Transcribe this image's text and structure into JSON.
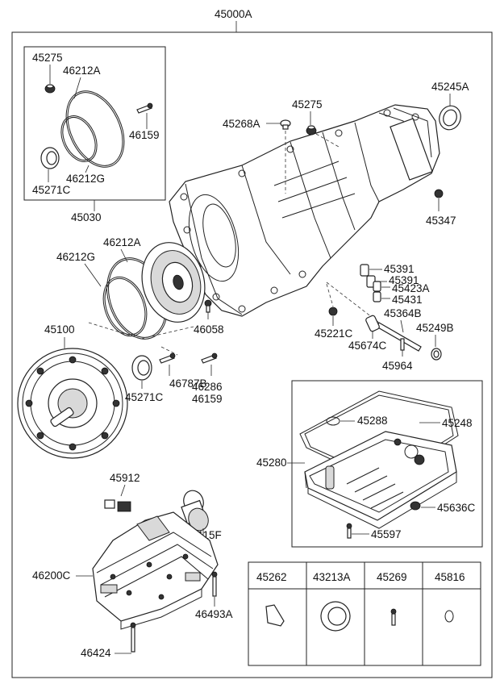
{
  "labels": {
    "l45000A": "45000A",
    "l45275a": "45275",
    "l46212Aa": "46212A",
    "l46159a": "46159",
    "l46212Ga": "46212G",
    "l45271Ca": "45271C",
    "l45030": "45030",
    "l45268A": "45268A",
    "l45275b": "45275",
    "l45245A": "45245A",
    "l45347": "45347",
    "l46212Ab": "46212A",
    "l46212Gb": "46212G",
    "l45391a": "45391",
    "l45391b": "45391",
    "l45423A": "45423A",
    "l45431": "45431",
    "l45364B": "45364B",
    "l45249B": "45249B",
    "l45221C": "45221C",
    "l45674C": "45674C",
    "l45964": "45964",
    "l46058": "46058",
    "l45100": "45100",
    "l46787B": "46787B",
    "l46286": "46286",
    "l46159b": "46159",
    "l45271Cb": "45271C",
    "l45288": "45288",
    "l45248": "45248",
    "l45280": "45280",
    "l45636C": "45636C",
    "l45597": "45597",
    "l45912": "45912",
    "l58115F": "58115F",
    "l46200C": "46200C",
    "l46493A": "46493A",
    "l46424": "46424"
  },
  "table": {
    "headers": [
      "45262",
      "43213A",
      "45269",
      "45816"
    ]
  }
}
